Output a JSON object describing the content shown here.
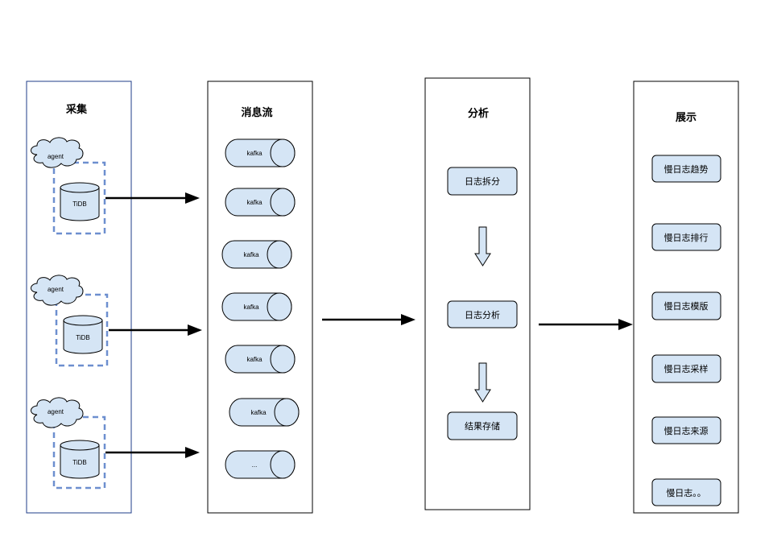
{
  "columns": {
    "collect": {
      "title": "采集",
      "agents": [
        {
          "agent_label": "agent",
          "db_label": "TiDB"
        },
        {
          "agent_label": "agent",
          "db_label": "TiDB"
        },
        {
          "agent_label": "agent",
          "db_label": "TiDB"
        }
      ]
    },
    "stream": {
      "title": "消息流",
      "queues": [
        "kafka",
        "kafka",
        "kafka",
        "kafka",
        "kafka",
        "kafka",
        "..."
      ]
    },
    "analysis": {
      "title": "分析",
      "steps": [
        "日志拆分",
        "日志分析",
        "结果存储"
      ]
    },
    "display": {
      "title": "展示",
      "items": [
        "慢日志趋势",
        "慢日志排行",
        "慢日志模版",
        "慢日志采样",
        "慢日志来源",
        "慢日志。。"
      ]
    }
  },
  "colors": {
    "node_fill": "#d5e5f5",
    "dashed_border": "#6d8fcf",
    "collect_panel_border": "#1f3c88"
  }
}
